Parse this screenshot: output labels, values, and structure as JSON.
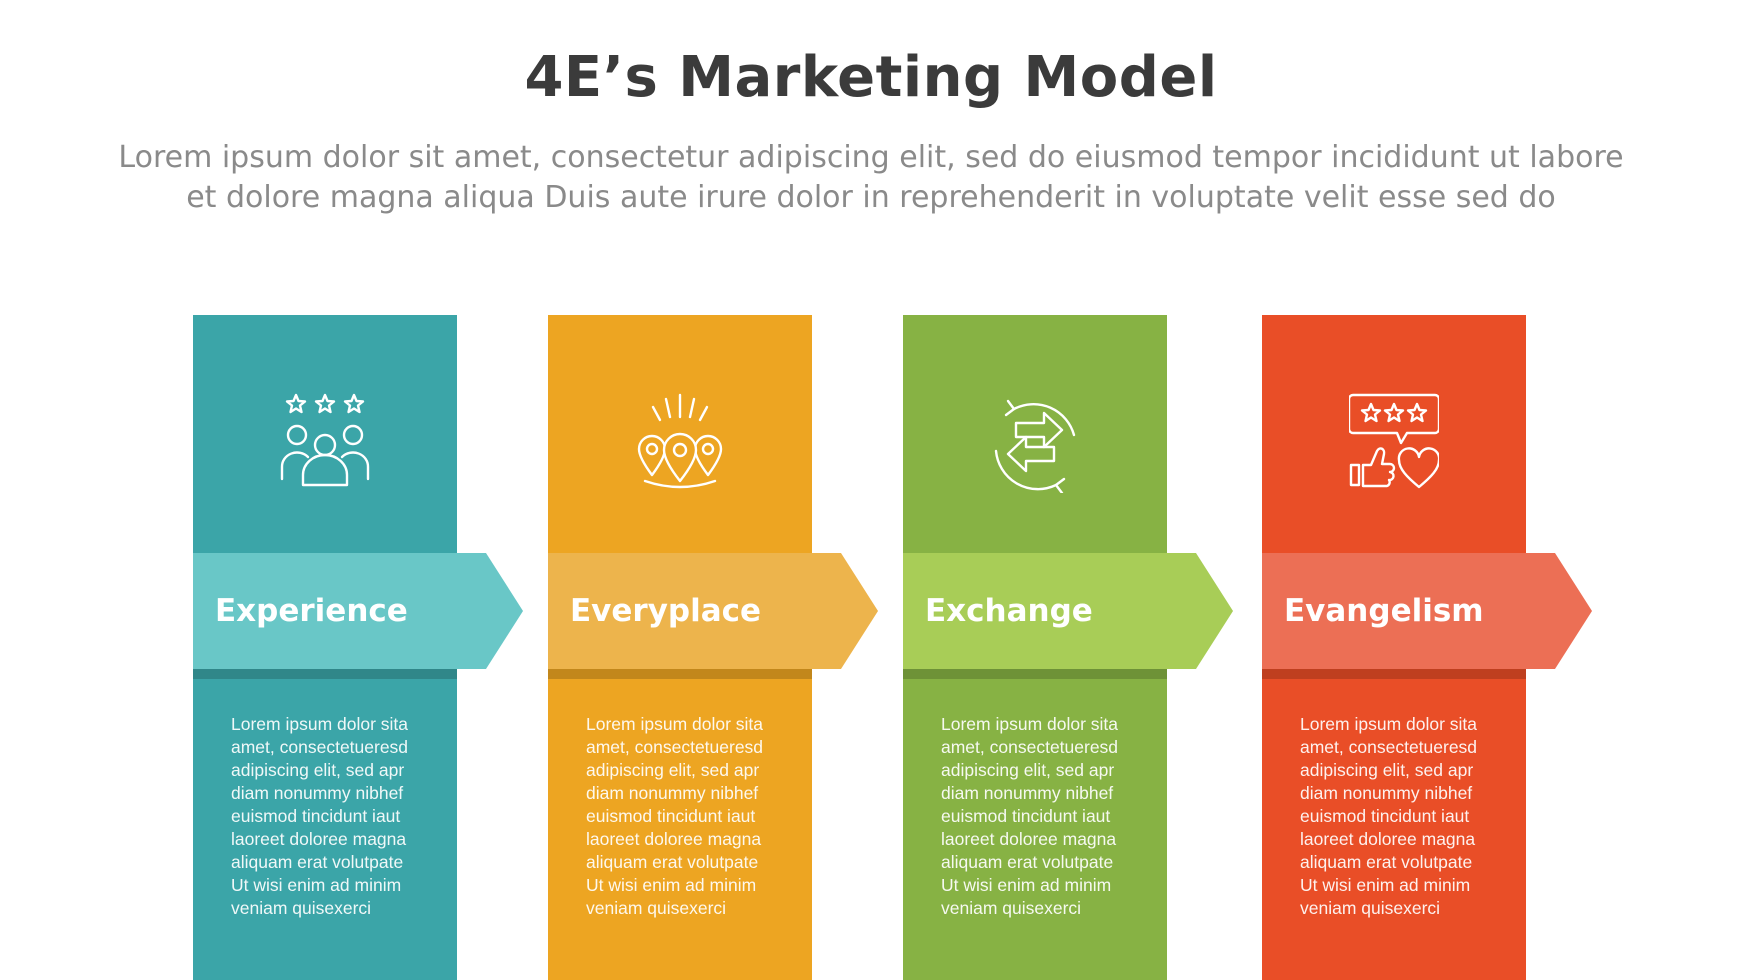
{
  "title": "4E’s Marketing Model",
  "subtitle": {
    "line1": "Lorem ipsum dolor sit amet, consectetur adipiscing elit, sed do eiusmod tempor incididunt ut labore",
    "line2": "et dolore magna aliqua Duis aute irure dolor in reprehenderit in voluptate velit esse sed do"
  },
  "columns": [
    {
      "label": "Experience",
      "icon": "customer-rating-group-icon",
      "color": "#3ba5a8",
      "arrow_color": "#69c7c7",
      "body": [
        "Lorem ipsum dolor sita",
        "amet, consectetueresd",
        "adipiscing elit, sed  apr",
        "diam nonummy nibhef",
        "euismod tincidunt iaut",
        "laoreet doloree magna",
        "aliquam erat volutpate",
        "Ut wisi enim ad minim",
        "veniam quisexerci"
      ]
    },
    {
      "label": "Everyplace",
      "icon": "location-pins-icon",
      "color": "#eda522",
      "arrow_color": "#edb44c",
      "body": [
        "Lorem ipsum dolor sita",
        "amet, consectetueresd",
        "adipiscing elit, sed  apr",
        "diam nonummy nibhef",
        "euismod tincidunt iaut",
        "laoreet doloree magna",
        "aliquam erat volutpate",
        "Ut wisi enim ad minim",
        "veniam quisexerci"
      ]
    },
    {
      "label": "Exchange",
      "icon": "exchange-arrows-icon",
      "color": "#87b244",
      "arrow_color": "#a8cd57",
      "body": [
        "Lorem ipsum dolor sita",
        "amet, consectetueresd",
        "adipiscing elit, sed  apr",
        "diam nonummy nibhef",
        "euismod tincidunt iaut",
        "laoreet doloree magna",
        "aliquam erat volutpate",
        "Ut wisi enim ad minim",
        "veniam quisexerci"
      ]
    },
    {
      "label": "Evangelism",
      "icon": "review-like-heart-icon",
      "color": "#e94e27",
      "arrow_color": "#ec6f55",
      "body": [
        "Lorem ipsum dolor sita",
        "amet, consectetueresd",
        "adipiscing elit, sed  apr",
        "diam nonummy nibhef",
        "euismod tincidunt iaut",
        "laoreet doloree magna",
        "aliquam erat volutpate",
        "Ut wisi enim ad minim",
        "veniam quisexerci"
      ]
    }
  ]
}
